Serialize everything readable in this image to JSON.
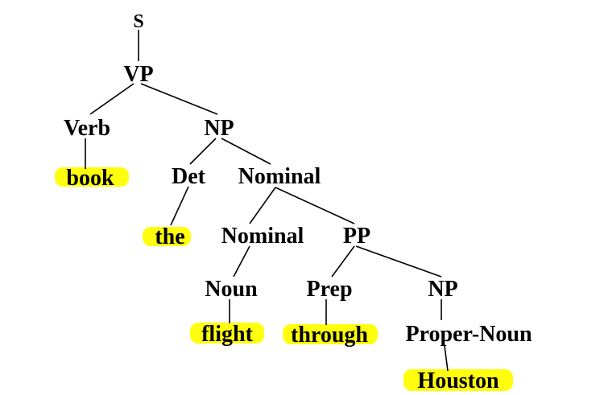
{
  "tree": {
    "nodes": {
      "s": "S",
      "vp": "VP",
      "verb": "Verb",
      "np_top": "NP",
      "book": "book",
      "det": "Det",
      "nominal_top": "Nominal",
      "the": "the",
      "nominal_inner": "Nominal",
      "pp": "PP",
      "noun": "Noun",
      "prep": "Prep",
      "np_inner": "NP",
      "flight": "flight",
      "through": "through",
      "proper_noun": "Proper-Noun",
      "houston": "Houston"
    },
    "highlight_color": "#ffff00"
  }
}
